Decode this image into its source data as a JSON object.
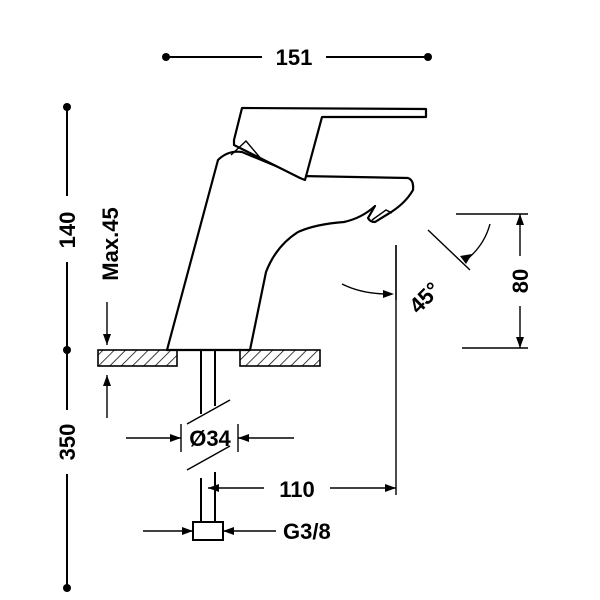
{
  "dimensions": {
    "overall_width": "151",
    "height": "140",
    "max_height": "Max.45",
    "supply_length": "350",
    "spout_height": "80",
    "spout_angle": "45°",
    "reach": "110",
    "hole_diameter": "Ø34",
    "thread": "G3/8"
  }
}
